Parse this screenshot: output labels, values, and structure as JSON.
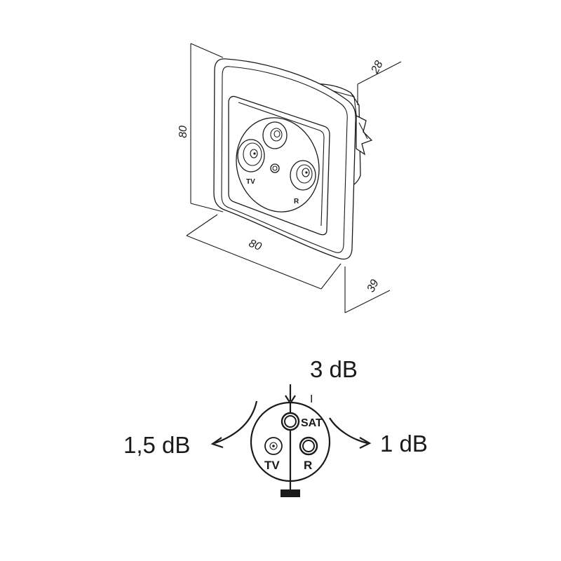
{
  "drawing": {
    "dimensions": {
      "height": "80",
      "width": "80",
      "depth_top": "28",
      "depth_bottom": "39"
    },
    "socket_labels": {
      "tv": "TV",
      "r": "R"
    }
  },
  "schematic": {
    "sat_loss": "3 dB",
    "tv_loss": "1,5 dB",
    "r_loss": "1 dB",
    "sat_label": "SAT",
    "tv_label": "TV",
    "r_label": "R",
    "sat_tick": "I"
  }
}
